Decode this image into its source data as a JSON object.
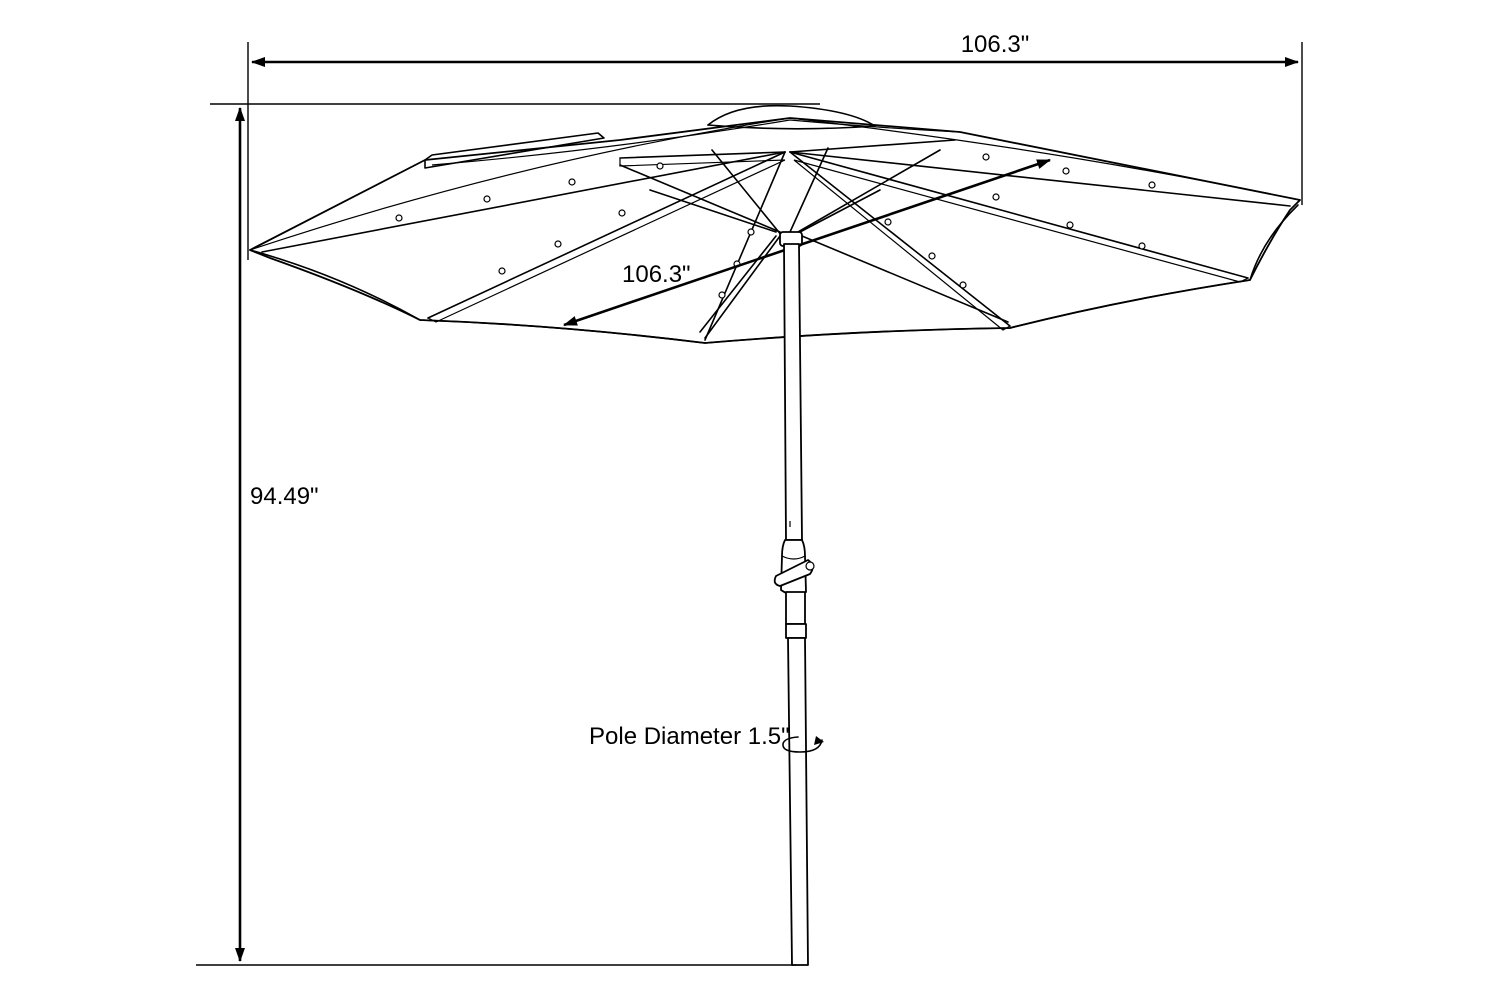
{
  "dimensions": {
    "width_label": "106.3\"",
    "diagonal_label": "106.3\"",
    "height_label": "94.49\"",
    "pole_label": "Pole Diameter 1.5\""
  },
  "colors": {
    "line": "#000000",
    "background": "#ffffff"
  }
}
